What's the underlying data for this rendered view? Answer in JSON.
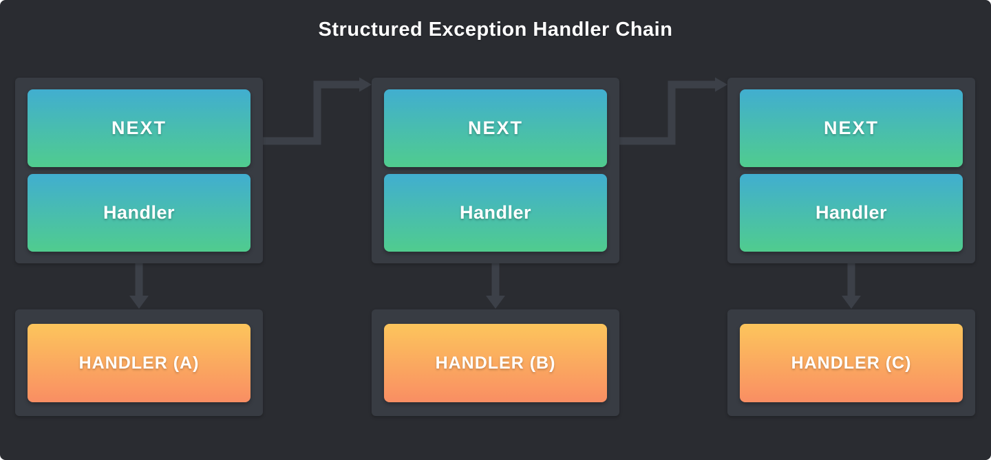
{
  "title": "Structured Exception Handler Chain",
  "colors": {
    "page_background": "#ffffff",
    "canvas_background": "#2a2c31",
    "container_fill": "#383c43",
    "connector": "#3c4048",
    "teal_gradient_top": "#41aed0",
    "teal_gradient_bottom": "#50cc8e",
    "orange_gradient_top": "#fcc55c",
    "orange_gradient_bottom": "#f98e63",
    "text": "#ffffff"
  },
  "groups": [
    {
      "next_label": "NEXT",
      "handler_label": "Handler",
      "handler_function_label": "HANDLER (A)"
    },
    {
      "next_label": "NEXT",
      "handler_label": "Handler",
      "handler_function_label": "HANDLER (B)"
    },
    {
      "next_label": "NEXT",
      "handler_label": "Handler",
      "handler_function_label": "HANDLER (C)"
    }
  ],
  "connectors": {
    "next_link_style": "elbow-right-up-arrow",
    "handler_link_style": "straight-down-arrow"
  }
}
